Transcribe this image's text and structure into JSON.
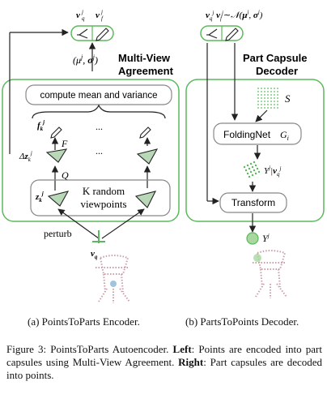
{
  "encoder": {
    "title_line1": "Multi-View",
    "title_line2": "Agreement",
    "compute_label": "compute mean and variance",
    "mu_sigma": "(μʲ, σʲ)",
    "f_label": "F",
    "q_label": "Q",
    "f_k": "fₖʲ",
    "dz_k": "Δzₖʲ",
    "z_k": "zₖʲ",
    "v_q": "v_q",
    "v_f": "v_f",
    "views_line1": "K random",
    "views_line2": "viewpoints",
    "dots": "...",
    "perturb": "perturb",
    "input_vq": "vq"
  },
  "decoder": {
    "title_line1": "Part Capsule",
    "title_line2": "Decoder",
    "formula": "vqʲ vfʲ ~ 𝒩(μʲ, σʲ)",
    "S": "S",
    "foldingnet": "FoldingNet",
    "G": "Gᵢ",
    "Y_given": "Yʲ|vqʲ",
    "transform": "Transform",
    "Y_out": "Yʲ"
  },
  "captions": {
    "left": "(a) PointsToParts Encoder.",
    "right": "(b) PartsToPoints Decoder."
  },
  "figure_caption": {
    "p1": "Figure 3: PointsToParts Autoencoder.",
    "left_b": "Left",
    "p2": ": Points are encoded into part capsules using Multi-View Agreement.",
    "right_b": "Right",
    "p3": ": Part capsules are decoded into points."
  },
  "colors": {
    "green": "#5cb85c",
    "dark": "#222222"
  }
}
